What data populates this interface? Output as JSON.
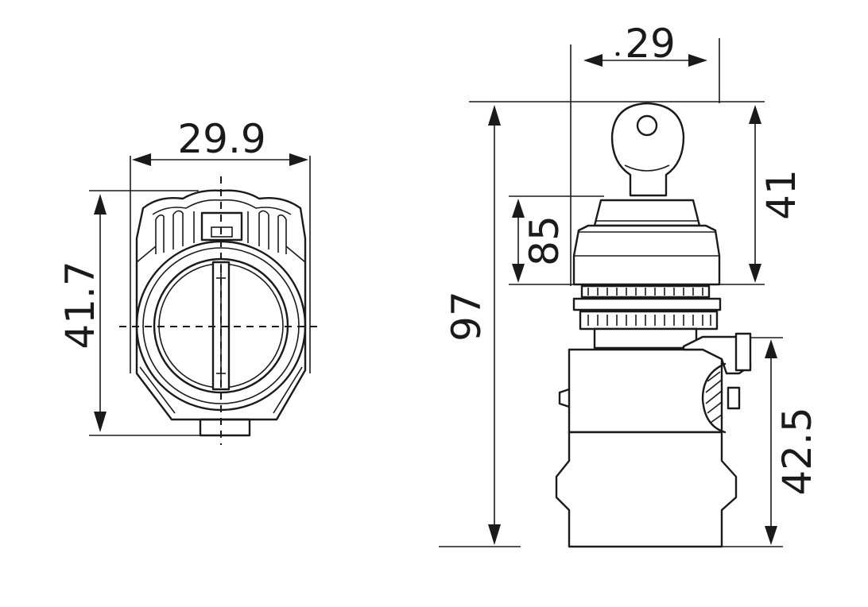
{
  "front_view": {
    "width_label": "29.9",
    "height_label": "41.7"
  },
  "side_view": {
    "width_label": "29",
    "total_height_label": "97",
    "key_height_label": "85",
    "head_height_label": "41",
    "body_height_label": "42.5"
  }
}
